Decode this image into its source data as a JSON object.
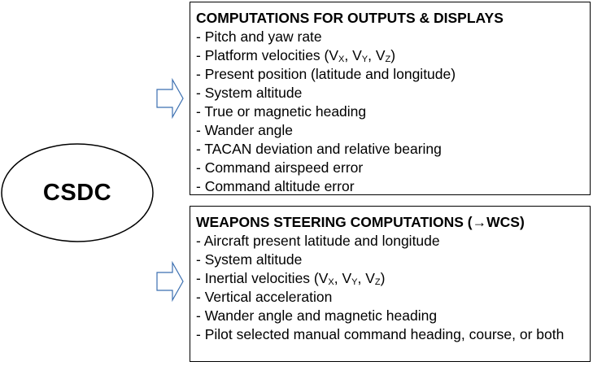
{
  "ellipse": {
    "label": "CSDC"
  },
  "outputs_box": {
    "title": "COMPUTATIONS FOR OUTPUTS & DISPLAYS",
    "items": [
      {
        "text": "- Pitch and yaw rate"
      },
      {
        "pre": "- Platform velocities (V",
        "s1": "X",
        "m1": ", V",
        "s2": "Y",
        "m2": ", V",
        "s3": "Z",
        "post": ")"
      },
      {
        "text": "- Present position (latitude and longitude)"
      },
      {
        "text": "- System altitude"
      },
      {
        "text": "- True or magnetic heading"
      },
      {
        "text": "- Wander angle"
      },
      {
        "text": "- TACAN deviation and relative bearing"
      },
      {
        "text": "- Command airspeed error"
      },
      {
        "text": "- Command altitude error"
      }
    ]
  },
  "weapons_box": {
    "title": "WEAPONS STEERING COMPUTATIONS (→WCS)",
    "items": [
      {
        "text": "- Aircraft present latitude and longitude"
      },
      {
        "text": "- System altitude"
      },
      {
        "pre": "- Inertial velocities (V",
        "s1": "X",
        "m1": ", V",
        "s2": "Y",
        "m2": ", V",
        "s3": "Z",
        "post": ")"
      },
      {
        "text": "- Vertical acceleration"
      },
      {
        "text": "- Wander angle and magnetic heading"
      },
      {
        "text": "- Pilot selected manual command heading, course, or both"
      }
    ]
  },
  "colors": {
    "line": "#000000",
    "arrow_stroke": "#3b6fb0",
    "arrow_fill": "#ffffff"
  }
}
